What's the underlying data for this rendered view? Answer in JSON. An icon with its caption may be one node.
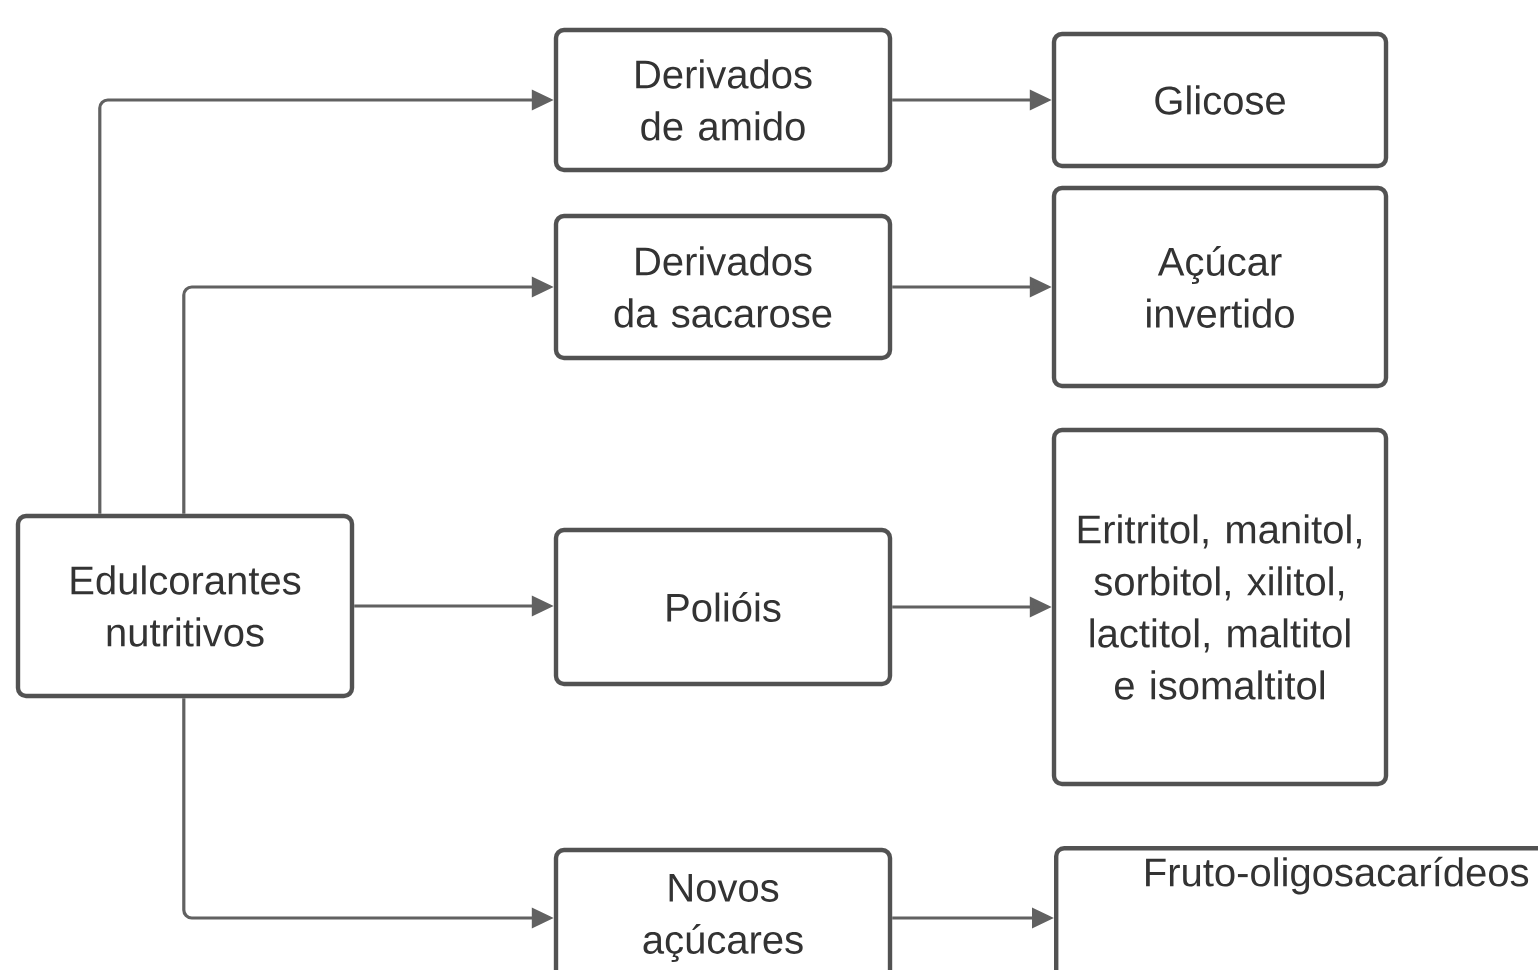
{
  "diagram": {
    "nodes": [
      {
        "text": [
          "Edulcorantes nutritivos"
        ]
      },
      {
        "text": [
          "Derivados de amido"
        ]
      },
      {
        "text": [
          "Derivados da sacarose"
        ]
      },
      {
        "text": [
          "Polióis"
        ]
      },
      {
        "text": [
          "Novos açúcares"
        ]
      },
      {
        "text": [
          "Glicose"
        ]
      },
      {
        "text": [
          "Açúcar invertido"
        ]
      },
      {
        "text": [
          "Eritritol, manitol, sorbitol, xilitol, lactitol, maltitol e isomaltitol"
        ]
      },
      {
        "text": [
          "Fruto-oligosacarídeos"
        ]
      }
    ],
    "edges": [
      {
        "from": 0,
        "to": 1,
        "arrow": "to"
      },
      {
        "from": 0,
        "to": 2,
        "arrow": "to"
      },
      {
        "from": 0,
        "to": 3,
        "arrow": "to"
      },
      {
        "from": 0,
        "to": 4,
        "arrow": "to"
      },
      {
        "from": 1,
        "to": 5,
        "arrow": "to"
      },
      {
        "from": 2,
        "to": 6,
        "arrow": "to"
      },
      {
        "from": 3,
        "to": 7,
        "arrow": "to"
      },
      {
        "from": 4,
        "to": 8,
        "arrow": "to"
      }
    ]
  }
}
